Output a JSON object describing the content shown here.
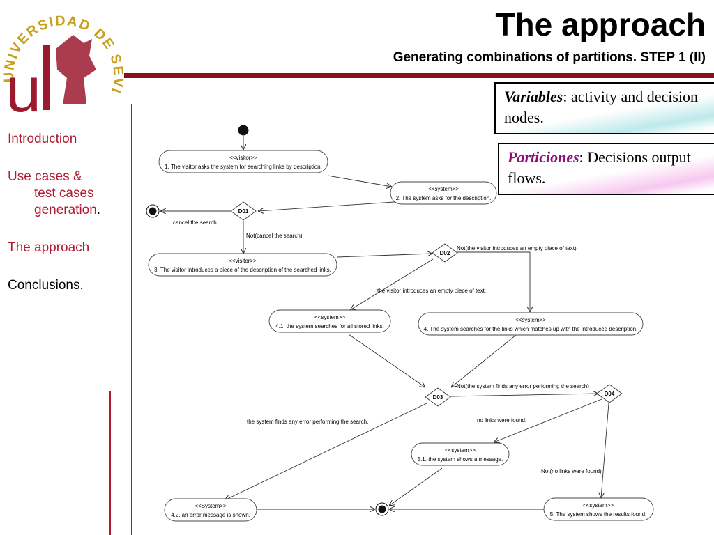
{
  "header": {
    "title": "The approach",
    "subtitle": "Generating combinations of partitions. STEP 1 (II)"
  },
  "logo": {
    "arc_text": "UNIVERSIDAD DE SEVILLA"
  },
  "nav": {
    "items": [
      {
        "label": "Introduction"
      },
      {
        "label_line1": "Use cases &",
        "label_line2": "test cases",
        "label_line3": "generation",
        "label_suffix": "."
      },
      {
        "label": "The approach"
      },
      {
        "label": "Conclusions."
      }
    ]
  },
  "notes": {
    "variables": {
      "term": "Variables",
      "text": ": activity and decision nodes."
    },
    "particiones": {
      "term": "Particiones",
      "text": ": Decisions output flows."
    }
  },
  "diagram": {
    "activities": {
      "a1": {
        "stereotype": "<<visitor>>",
        "label": "1. The visitor asks the system for searching links by description."
      },
      "a2": {
        "stereotype": "<<system>>",
        "label": "2. The system asks for the description."
      },
      "a3": {
        "stereotype": "<<visitor>>",
        "label": "3. The visitor introduces a piece of the description of the searched links."
      },
      "a41": {
        "stereotype": "<<system>>",
        "label": "4.1. the system searches for all stored links."
      },
      "a4": {
        "stereotype": "<<system>>",
        "label": "4. The system searches for the links which matches up with the introduced description."
      },
      "a51": {
        "stereotype": "<<system>>",
        "label": "5.1. the system shows a message."
      },
      "a42": {
        "stereotype": "<<System>>",
        "label": "4.2. an error message is shown."
      },
      "a5": {
        "stereotype": "<<system>>",
        "label": "5. The system shows the results found."
      }
    },
    "decisions": {
      "d01": "D01",
      "d02": "D02",
      "d03": "D03",
      "d04": "D04"
    },
    "guards": {
      "cancel": "cancel the search.",
      "not_cancel": "Not(cancel the search)",
      "not_empty": "Not(the visitor introduces an empty piece of text)",
      "empty": "the visitor introduces an empty piece of text.",
      "not_error": "Not(the system finds any error performing the search)",
      "error": "the system finds any error performing the search.",
      "no_links": "no links were found.",
      "not_no_links": "Not(no links were found)"
    }
  }
}
